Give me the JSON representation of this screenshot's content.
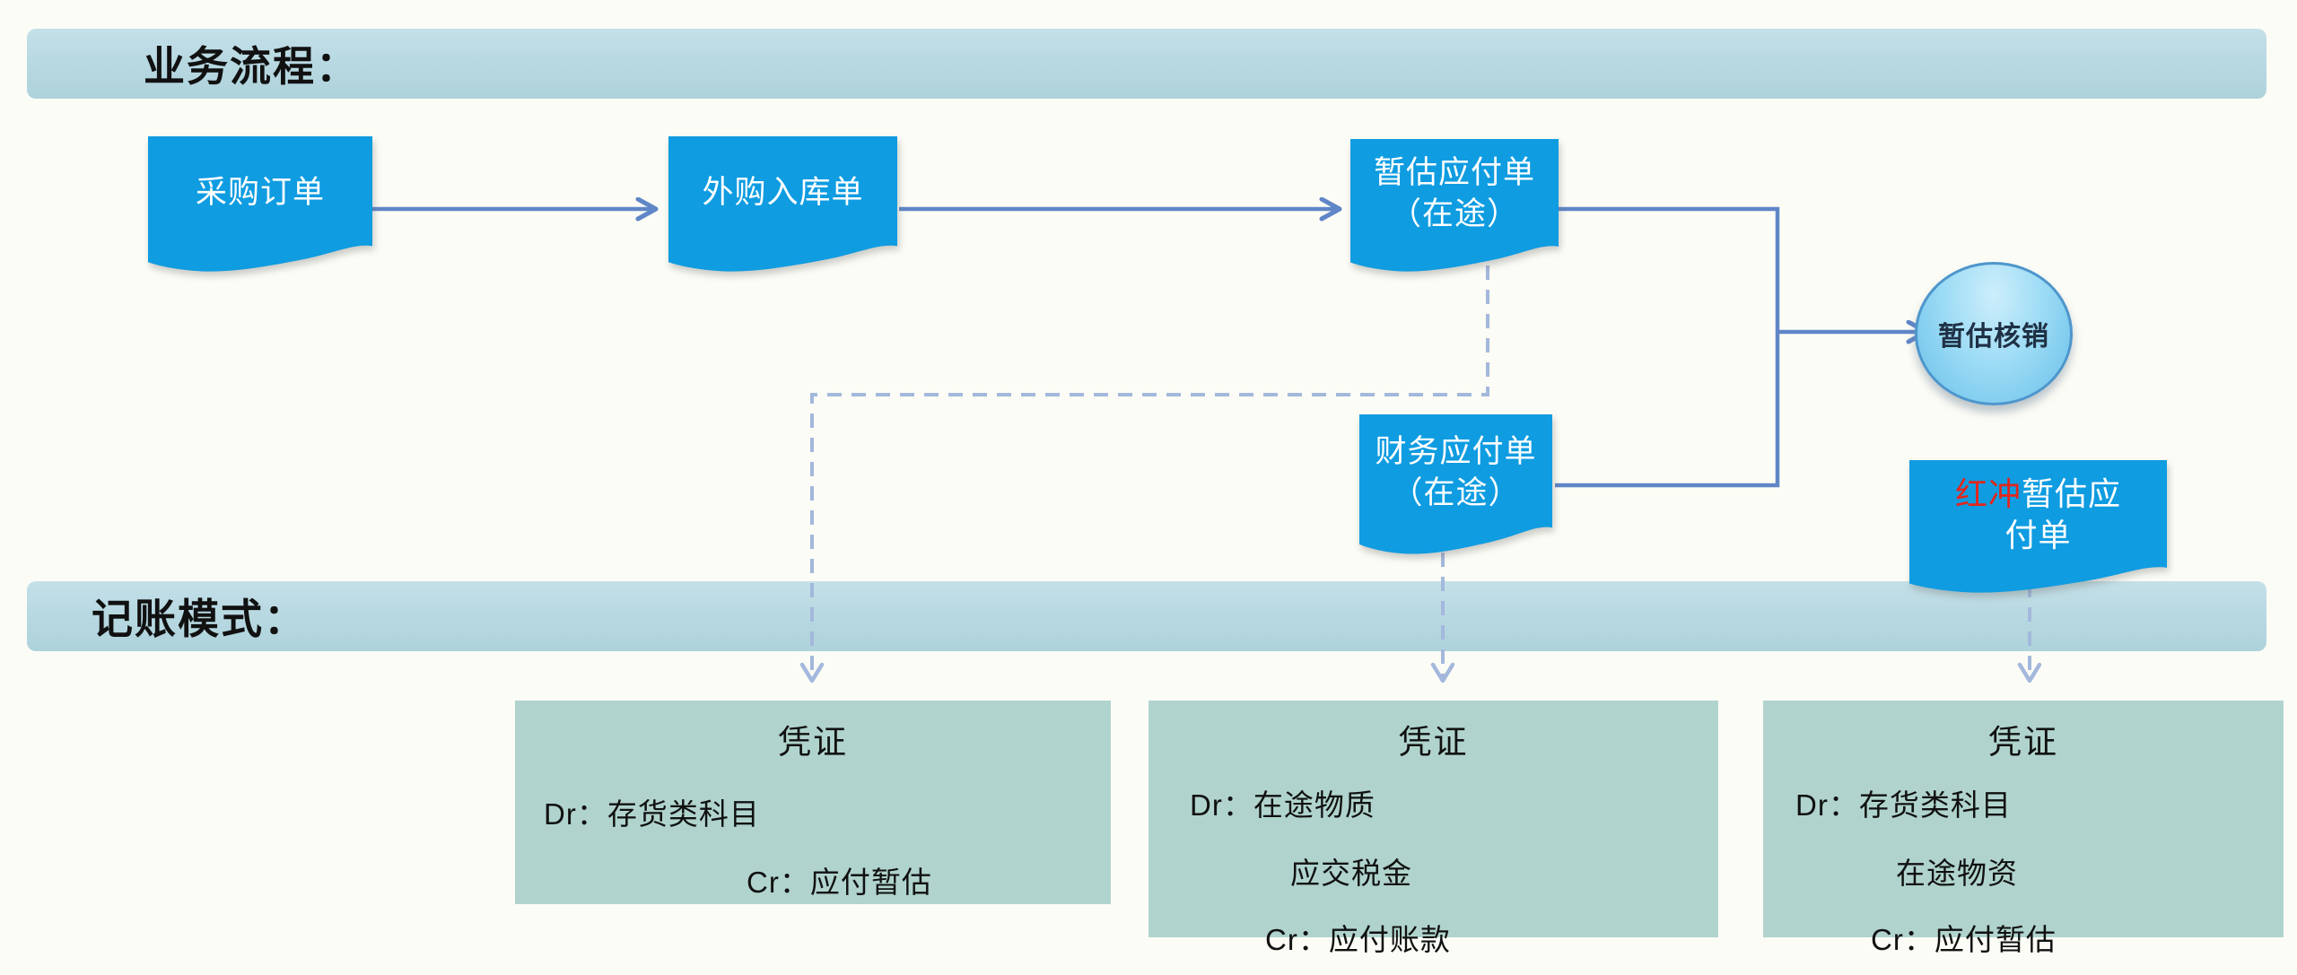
{
  "banners": {
    "process_label": "业务流程：",
    "accounting_label": "记账模式："
  },
  "nodes": {
    "purchase_order": {
      "label": "采购订单"
    },
    "inbound_receipt": {
      "label": "外购入库单"
    },
    "estimated_payable": {
      "line1": "暂估应付单",
      "line2": "（在途）"
    },
    "financial_payable": {
      "line1": "财务应付单",
      "line2": "（在途）"
    },
    "red_flush": {
      "red_part": "红冲",
      "line1_rest": "暂估应",
      "line2": "付单"
    },
    "writeoff_ellipse": {
      "label": "暂估核销"
    }
  },
  "vouchers": [
    {
      "title": "凭证",
      "lines": [
        "Dr：存货类科目",
        "Cr：应付暂估"
      ]
    },
    {
      "title": "凭证",
      "lines": [
        "Dr：在途物质",
        "应交税金",
        "Cr：应付账款"
      ]
    },
    {
      "title": "凭证",
      "lines": [
        "Dr：存货类科目",
        "在途物资",
        "Cr：应付暂估"
      ]
    }
  ],
  "colors": {
    "doc_blue": "#0f9ce1",
    "banner_blue": "#b6d8e0",
    "voucher_teal": "#b0d4cd",
    "connector_solid": "#5f86c7",
    "connector_dashed": "#a3b8dc",
    "red_accent": "#e3261d",
    "ellipse_border": "#4e96cc"
  }
}
